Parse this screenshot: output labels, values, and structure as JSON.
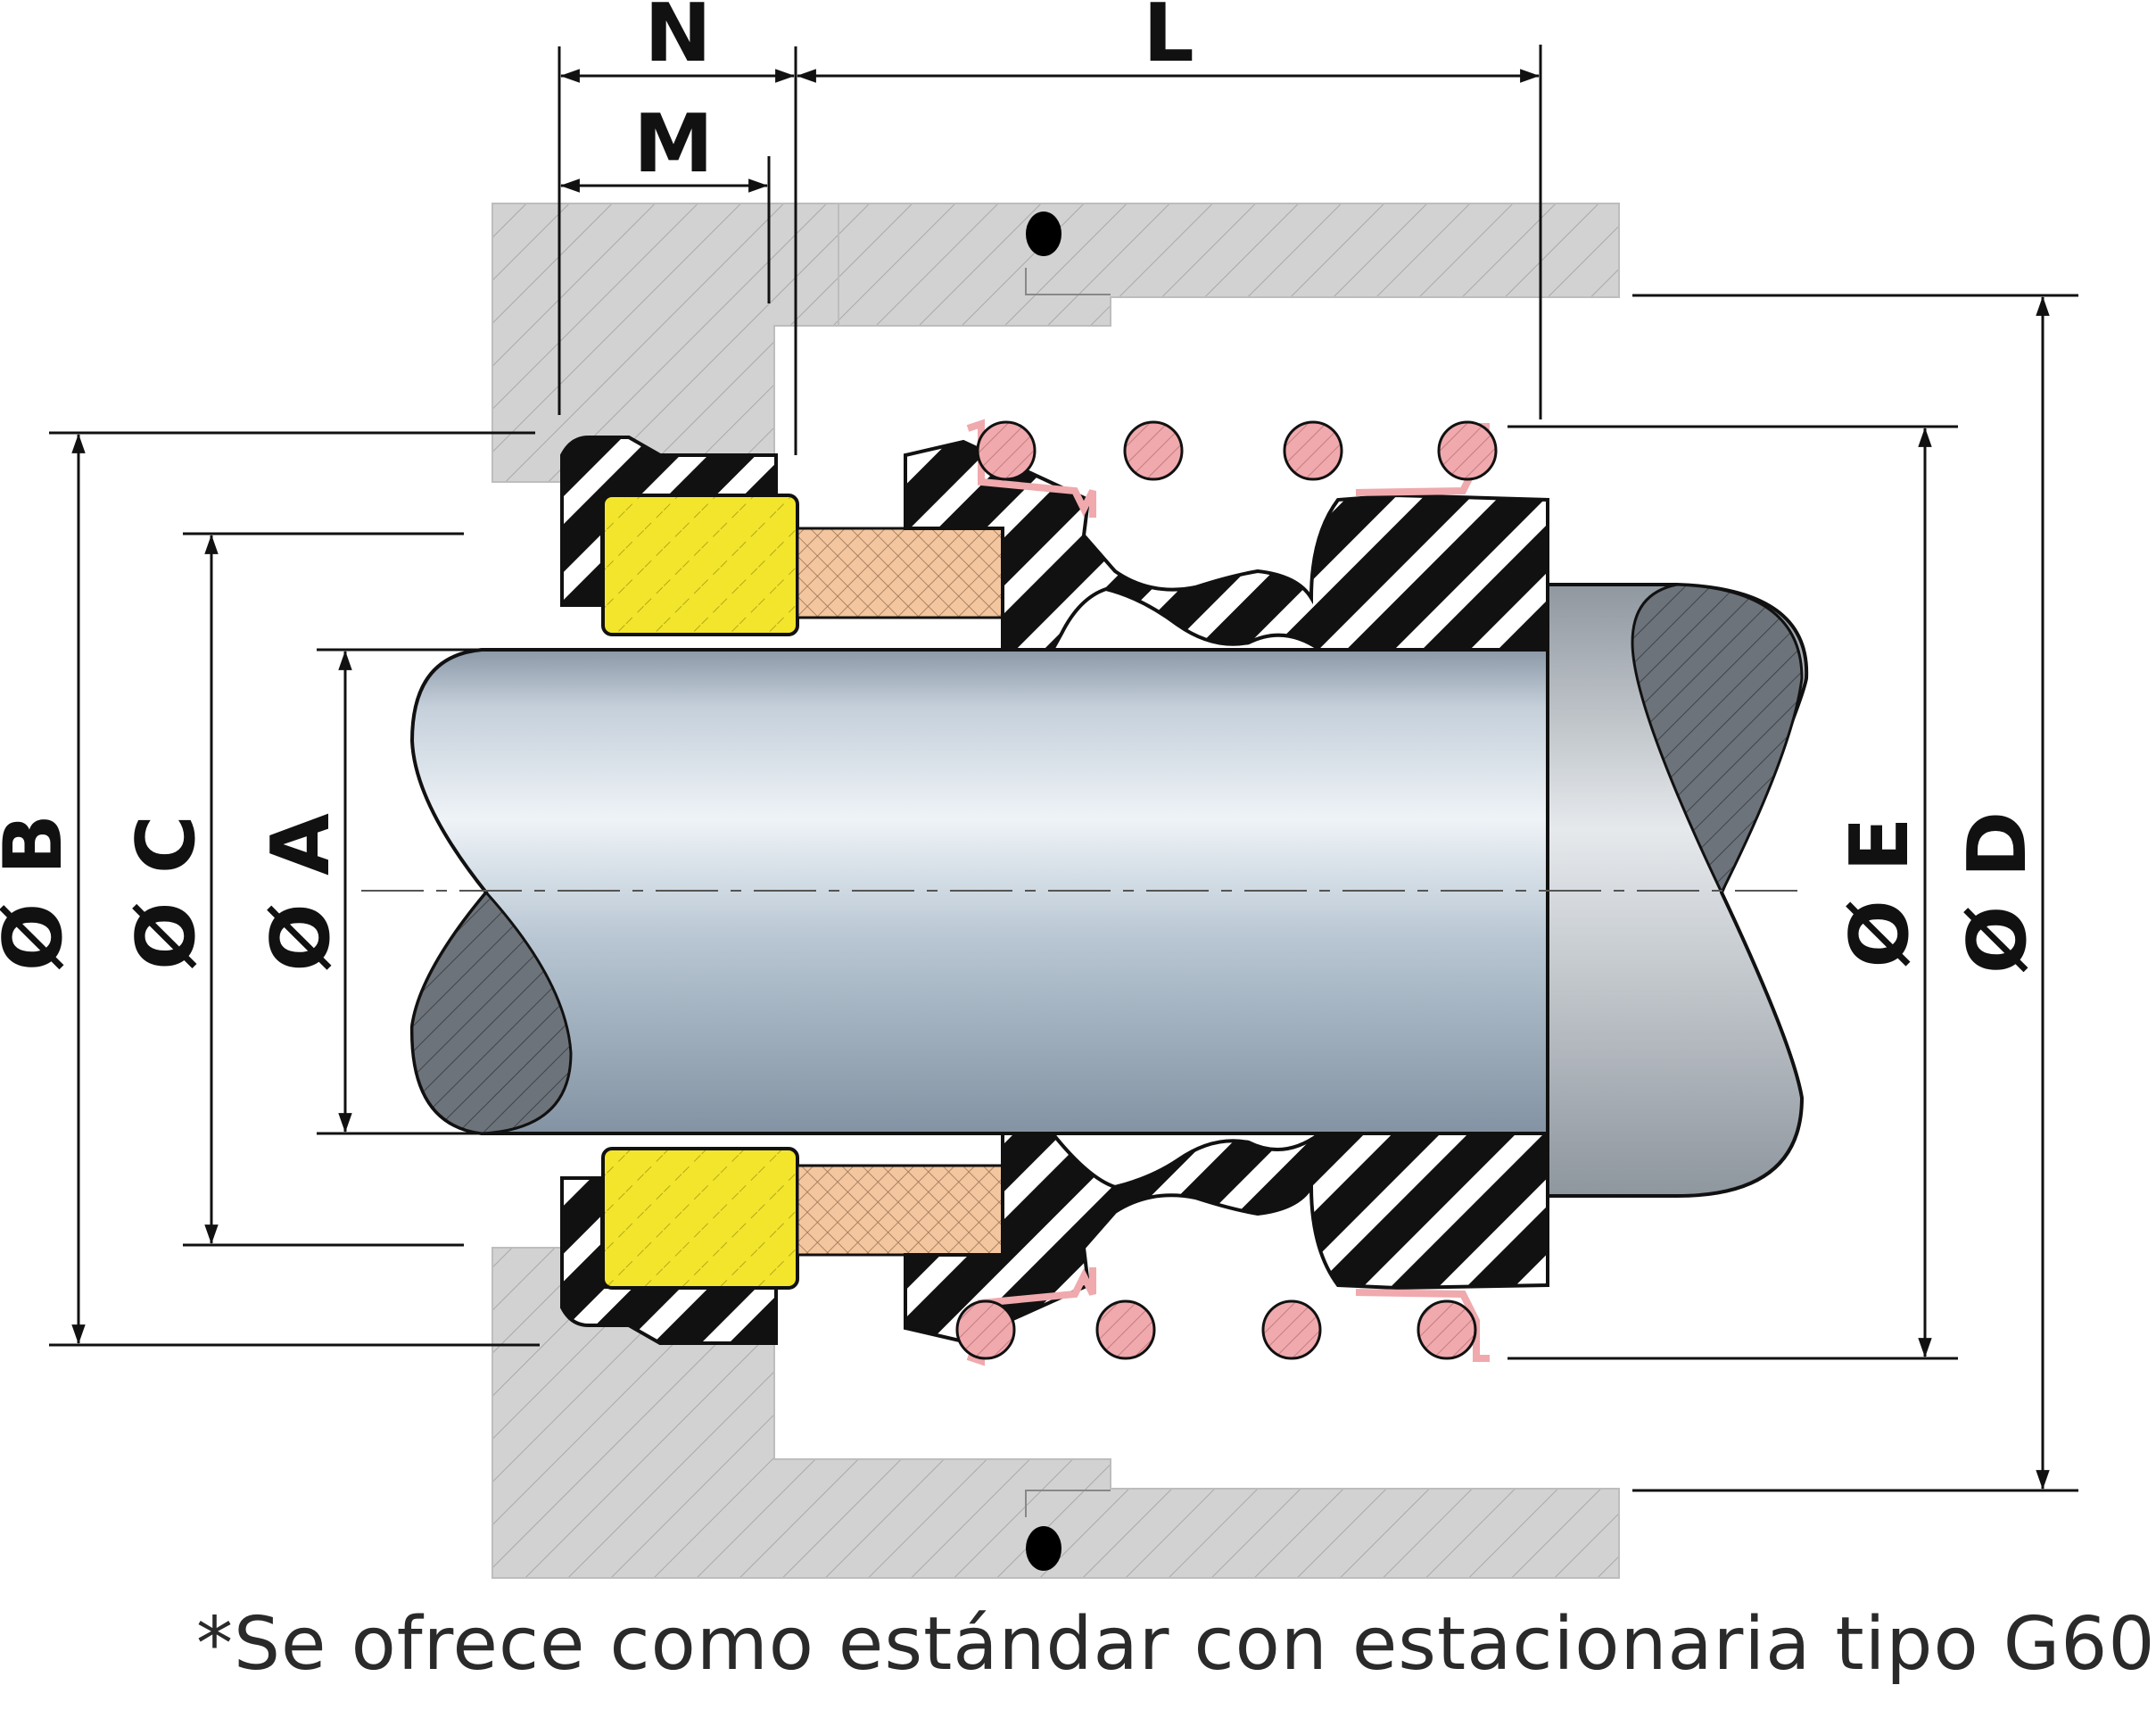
{
  "dimensions": {
    "N": "N",
    "M": "M",
    "L": "L",
    "B": "Ø B",
    "C": "Ø C",
    "A": "Ø A",
    "E": "Ø E",
    "D": "Ø D"
  },
  "caption": "*Se ofrece como estándar con estacionaria tipo G60",
  "colors": {
    "housing": "#cfcfcf",
    "shaft": "#b9c6d3",
    "seal_face_yellow": "#f2e52c",
    "carbon_ring": "#f3c69f",
    "spring": "#f0a9ad",
    "rubber": "#111111"
  }
}
